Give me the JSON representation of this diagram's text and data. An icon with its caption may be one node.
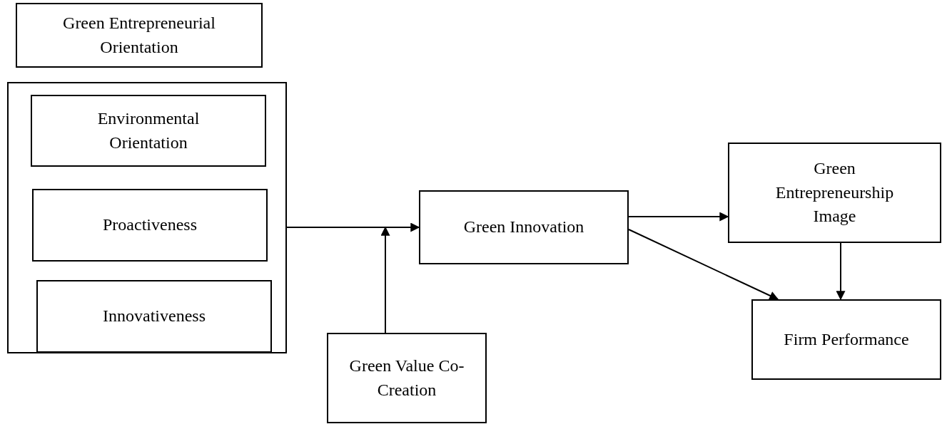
{
  "diagram": {
    "nodes": [
      {
        "text": [
          "Green Entrepreneurial Orientation"
        ]
      },
      {
        "text": [],
        "shape": "box"
      },
      {
        "text": [
          "Environmental Orientation"
        ],
        "in": 1
      },
      {
        "text": [
          "Proactiveness"
        ],
        "in": 1
      },
      {
        "text": [
          "Innovativeness"
        ],
        "in": 1
      },
      {
        "text": [
          "Green Innovation"
        ]
      },
      {
        "text": [
          "Green Value Co-Creation"
        ]
      },
      {
        "text": [
          "Green Entrepreneurship Image"
        ]
      },
      {
        "text": [
          "Firm Performance"
        ]
      }
    ],
    "edges": [
      {
        "from": 1,
        "to": 5,
        "arrow": "to"
      },
      {
        "from": 6,
        "to": null,
        "arrow": "to"
      },
      {
        "from": 5,
        "to": 7,
        "arrow": "to"
      },
      {
        "from": 5,
        "to": 8,
        "arrow": "to"
      },
      {
        "from": 7,
        "to": 8,
        "arrow": "to"
      }
    ]
  }
}
